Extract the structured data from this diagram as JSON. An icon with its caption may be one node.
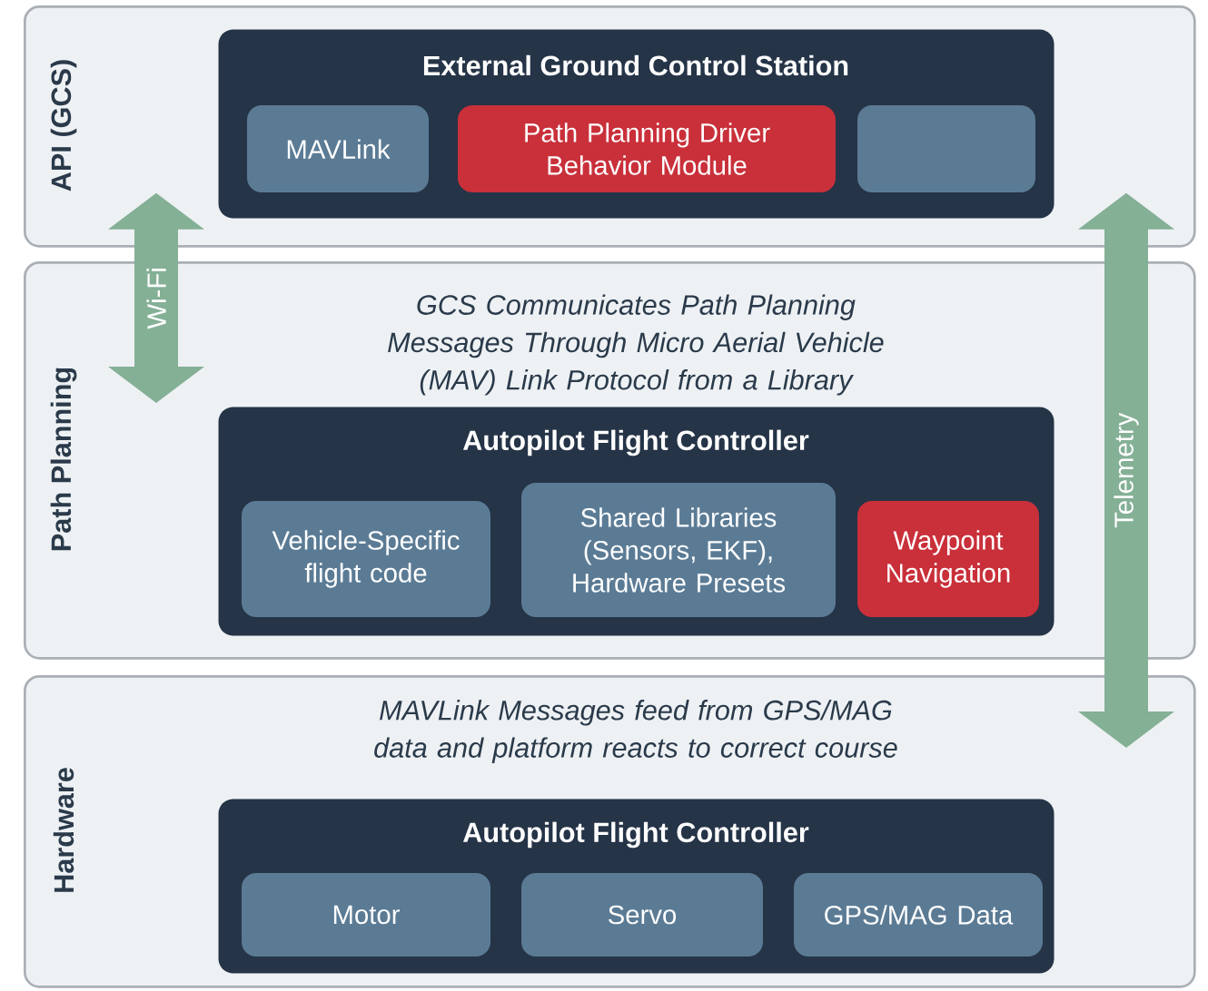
{
  "diagram": {
    "nodes": [
      {
        "text": [
          "API (GCS)"
        ]
      },
      {
        "text": [
          "External Ground Control Station"
        ],
        "in": 0
      },
      {
        "text": [
          "MAVLink"
        ],
        "in": 1
      },
      {
        "text": [
          "Path Planning Driver Behavior Module"
        ],
        "in": 1
      },
      {
        "text": [],
        "shape": "box",
        "in": 1
      },
      {
        "text": [
          "Path Planning",
          "GCS Communicates Path Planning Messages Through Micro Aerial Vehicle (MAV) Link Protocol from a Library"
        ]
      },
      {
        "text": [
          "Autopilot Flight Controller"
        ],
        "in": 5
      },
      {
        "text": [
          "Vehicle-Specific flight code"
        ],
        "in": 6
      },
      {
        "text": [
          "Shared Libraries (Sensors, EKF), Hardware Presets"
        ],
        "in": 6
      },
      {
        "text": [
          "Waypoint Navigation"
        ],
        "in": 6
      },
      {
        "text": [
          "Hardware",
          "MAVLink Messages feed from GPS/MAG data and platform reacts to correct course"
        ]
      },
      {
        "text": [
          "Autopilot Flight Controller"
        ],
        "in": 10
      },
      {
        "text": [
          "Motor"
        ],
        "in": 11
      },
      {
        "text": [
          "Servo"
        ],
        "in": 11
      },
      {
        "text": [
          "GPS/MAG Data"
        ],
        "in": 11
      }
    ],
    "edges": [
      {
        "from": 0,
        "to": 5,
        "arrow": "both",
        "label": "Wi-Fi"
      },
      {
        "from": 0,
        "to": 10,
        "arrow": "both",
        "label": "Telemetry"
      }
    ]
  }
}
